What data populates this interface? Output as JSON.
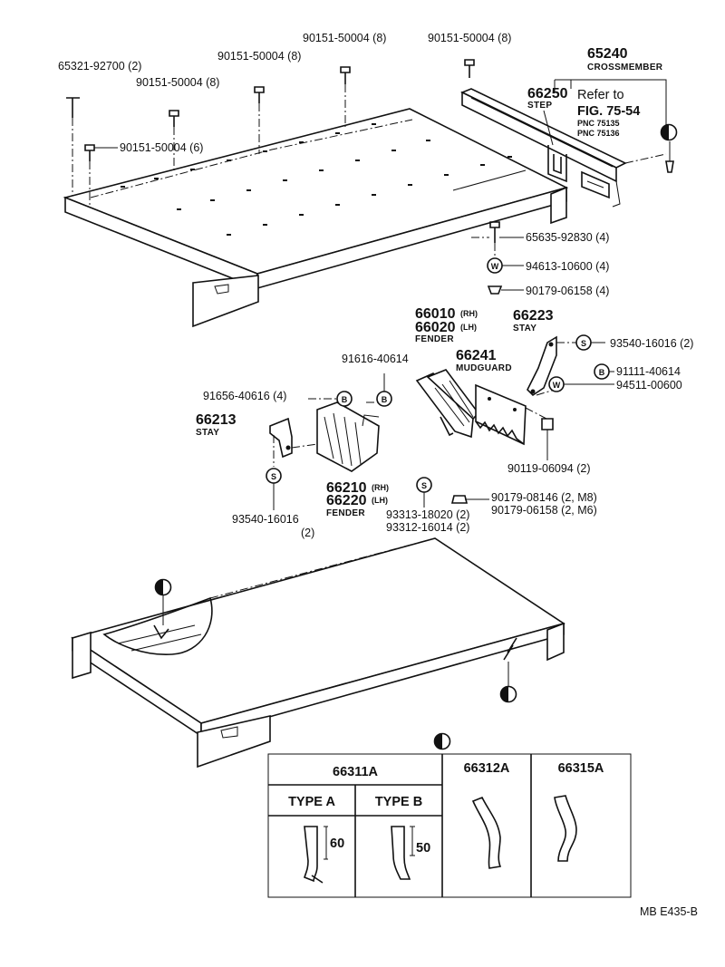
{
  "parts": {
    "p65321": "65321-92700 (2)",
    "p90151_a": "90151-50004 (8)",
    "p90151_b": "90151-50004 (8)",
    "p90151_c": "90151-50004 (8)",
    "p90151_d": "90151-50004 (8)",
    "p90151_e": "90151-50004 (6)",
    "p65240": "65240",
    "p65240_name": "CROSSMEMBER",
    "p66250": "66250",
    "p66250_name": "STEP",
    "refer1": "Refer to",
    "refer2": "FIG. 75-54",
    "pnc1": "PNC 75135",
    "pnc2": "PNC 75136",
    "p65635": "65635-92830 (4)",
    "p94613": "94613-10600 (4)",
    "p90179_a": "90179-06158 (4)",
    "p66010": "66010",
    "p66010_side": "(RH)",
    "p66020": "66020",
    "p66020_side": "(LH)",
    "p66010_name": "FENDER",
    "p66223": "66223",
    "p66223_name": "STAY",
    "p93540_a": "93540-16016 (2)",
    "p66241": "66241",
    "p66241_name": "MUDGUARD",
    "p91111": "91111-40614",
    "p94511": "94511-00600",
    "p91616": "91616-40614",
    "p91656": "91656-40616 (4)",
    "p66213": "66213",
    "p66213_name": "STAY",
    "p90119": "90119-06094 (2)",
    "p66210": "66210",
    "p66210_side": "(RH)",
    "p66220": "66220",
    "p66220_side": "(LH)",
    "p66210_name": "FENDER",
    "p90179_b": "90179-08146 (2, M8)",
    "p90179_c": "90179-06158 (2, M6)",
    "p93313": "93313-18020 (2)",
    "p93312": "93312-16014 (2)",
    "p93540_b": "93540-16016",
    "p93540_b_qty": "(2)"
  },
  "callouts": {
    "s": "S",
    "w": "W",
    "b": "B"
  },
  "table": {
    "col1": "66311A",
    "col2": "66312A",
    "col3": "66315A",
    "typeA": "TYPE  A",
    "typeB": "TYPE  B",
    "dimA": "60",
    "dimB": "50"
  },
  "footer": "MB  E435-B"
}
